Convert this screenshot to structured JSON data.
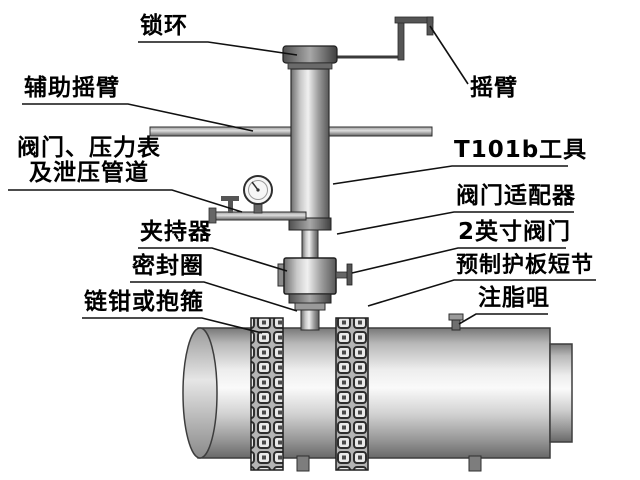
{
  "diagram": {
    "title": "pipeline-hot-tap-tool-diagram",
    "labels": {
      "lock_ring": "锁环",
      "rocker_arm": "摇臂",
      "aux_rocker_arm": "辅助摇臂",
      "valve_gauge_line1": "阀门、压力表",
      "valve_gauge_line2": "及泄压管道",
      "tool": "T101b工具",
      "valve_adapter": "阀门适配器",
      "clamper": "夹持器",
      "valve_2inch": "2英寸阀门",
      "seal_ring": "密封圈",
      "guard_short_section": "预制护板短节",
      "chain_clamp": "链钳或抱箍",
      "grease_nozzle": "注脂咀"
    },
    "colors": {
      "ink": "#111111",
      "metal_light": "#efefef",
      "metal_mid": "#aaaaaa",
      "metal_dark": "#555555"
    }
  }
}
